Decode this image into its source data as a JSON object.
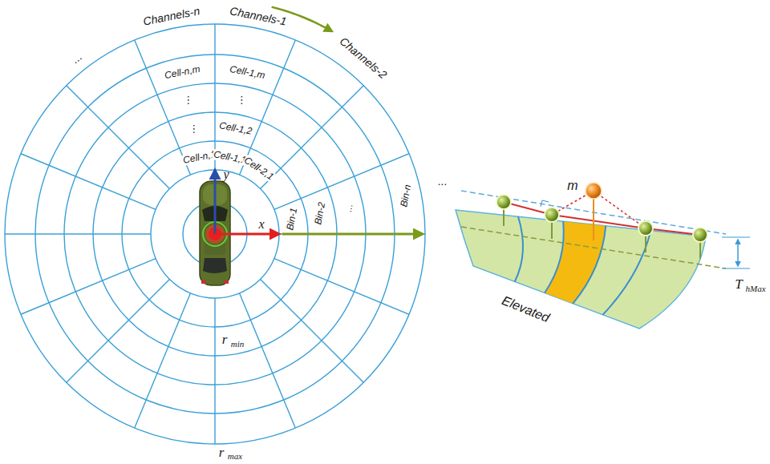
{
  "diagram": {
    "labels": [
      "Channels-n",
      "Channels-1",
      "Channels-2",
      "...",
      "Cell-n,m",
      "Cell-1,m",
      "⋮",
      "⋮",
      "⋮",
      "Cell-1,2",
      "Cell-n,1",
      "Cell-1,1",
      "Cell-2,1",
      "Bin-1",
      "Bin-2",
      "...",
      "Bin-n",
      "...",
      "y",
      "x",
      "r",
      "min",
      "r",
      "max",
      "m",
      "Elevated",
      "T",
      "hMax"
    ]
  }
}
